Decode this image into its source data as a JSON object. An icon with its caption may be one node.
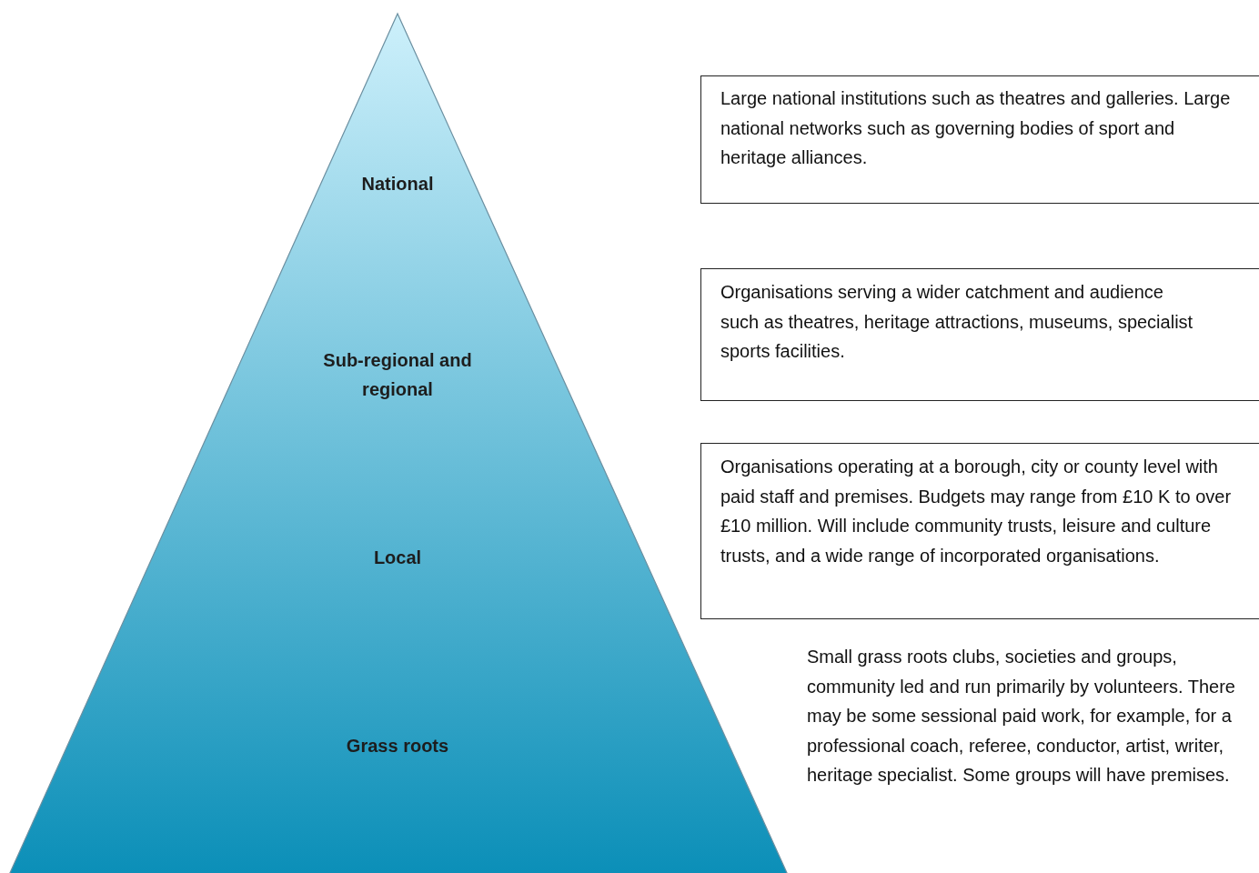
{
  "diagram": {
    "nodes": [
      {
        "text": [
          "National",
          "Sub-regional and regional",
          "Local",
          "Grass roots"
        ]
      },
      {
        "text": [
          "Large national institutions such as theatres and galleries. Large national networks such as governing bodies of sport and heritage alliances."
        ]
      },
      {
        "text": [
          "Organisations serving a wider catchment and audience such as theatres, heritage attractions, museums, specialist sports facilities."
        ]
      },
      {
        "text": [
          "Organisations operating at a borough, city or county level with paid staff and premises. Budgets may range from £10 K to over £10 million. Will include community trusts, leisure and culture trusts, and a wide range of incorporated organisations."
        ]
      },
      {
        "text": [
          "Small grass roots clubs, societies and groups, community led and run primarily by volunteers. There may be some sessional paid work, for example, for a professional coach, referee, conductor, artist, writer, heritage specialist. Some groups will have premises."
        ]
      }
    ]
  }
}
